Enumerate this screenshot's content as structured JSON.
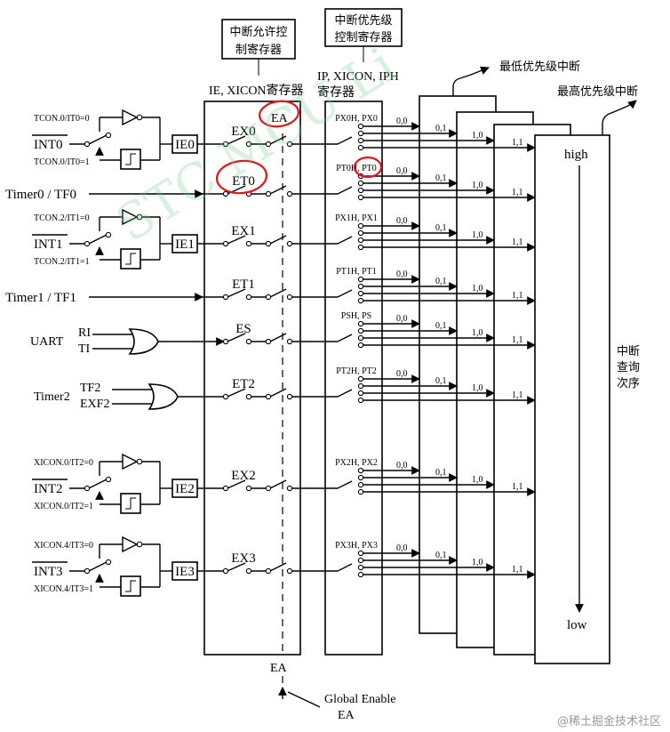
{
  "registers": {
    "ie_title": "IE, XICON寄存器",
    "enable_box": "中断允许控制寄存器",
    "priority_box": "中断优先级控制寄存器",
    "ip_title_1": "IP, XICON, IPH",
    "ip_title_2": "寄存器"
  },
  "sources": [
    {
      "name": "INT0",
      "cond0": "TCON.0/IT0=0",
      "cond1": "TCON.0/IT0=1",
      "flag": "IE0",
      "enable": "EX0",
      "priority": "PX0H, PX0"
    },
    {
      "name": "Timer0 / TF0",
      "enable": "ET0",
      "priority": "PT0H, PT0"
    },
    {
      "name": "INT1",
      "cond0": "TCON.2/IT1=0",
      "cond1": "TCON.2/IT1=1",
      "flag": "IE1",
      "enable": "EX1",
      "priority": "PX1H, PX1"
    },
    {
      "name": "Timer1 / TF1",
      "enable": "ET1",
      "priority": "PT1H, PT1"
    },
    {
      "name": "UART",
      "in1": "RI",
      "in2": "TI",
      "enable": "ES",
      "priority": "PSH, PS"
    },
    {
      "name": "Timer2",
      "in1": "TF2",
      "in2": "EXF2",
      "enable": "ET2",
      "priority": "PT2H, PT2"
    },
    {
      "name": "INT2",
      "cond0": "XICON.0/IT2=0",
      "cond1": "XICON.0/IT2=1",
      "flag": "IE2",
      "enable": "EX2",
      "priority": "PX2H, PX2"
    },
    {
      "name": "INT3",
      "cond0": "XICON.4/IT3=0",
      "cond1": "XICON.4/IT3=1",
      "flag": "IE3",
      "enable": "EX3",
      "priority": "PX3H, PX3"
    }
  ],
  "priority_levels": [
    "0,0",
    "0,1",
    "1,0",
    "1,1"
  ],
  "ea": {
    "switch_label": "EA",
    "bottom_label": "EA",
    "global_enable": "Global Enable",
    "global_enable_sub": "EA"
  },
  "right": {
    "lowest": "最低优先级中断",
    "highest": "最高优先级中断",
    "high": "high",
    "low": "low",
    "query_order": [
      "中断",
      "查询",
      "次序"
    ]
  },
  "watermark": "STC MCU Li",
  "credit": "@稀土掘金技术社区",
  "annotation_color": "#e0161c"
}
